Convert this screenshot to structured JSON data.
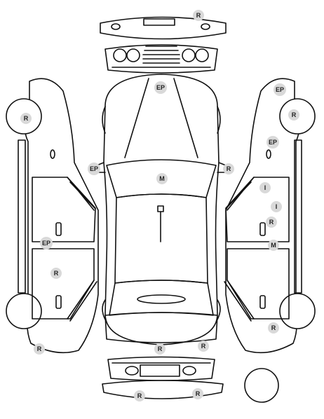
{
  "markers": [
    {
      "id": "front-bumper-r",
      "label": "R"
    },
    {
      "id": "hood-ep",
      "label": "EP"
    },
    {
      "id": "left-front-wheel-r",
      "label": "R"
    },
    {
      "id": "right-front-ep",
      "label": "EP"
    },
    {
      "id": "right-front-wheel-r",
      "label": "R"
    },
    {
      "id": "right-fender-ep",
      "label": "EP"
    },
    {
      "id": "left-mirror-ep",
      "label": "EP"
    },
    {
      "id": "right-mirror-r",
      "label": "R"
    },
    {
      "id": "windshield-m",
      "label": "M"
    },
    {
      "id": "right-front-door-i",
      "label": "I"
    },
    {
      "id": "right-front-door-i-2",
      "label": "I"
    },
    {
      "id": "right-front-door-r",
      "label": "R"
    },
    {
      "id": "left-rocker-ep",
      "label": "EP"
    },
    {
      "id": "right-rocker-m",
      "label": "M"
    },
    {
      "id": "left-rear-door-r",
      "label": "R"
    },
    {
      "id": "right-rear-wheel-r",
      "label": "R"
    },
    {
      "id": "left-rear-r",
      "label": "R"
    },
    {
      "id": "trunk-r",
      "label": "R"
    },
    {
      "id": "trunk-r-2",
      "label": "R"
    },
    {
      "id": "rear-bumper-r",
      "label": "R"
    },
    {
      "id": "rear-bumper-r-2",
      "label": "R"
    }
  ],
  "colors": {
    "outline": "#111111",
    "marker": "#d9d9d9"
  }
}
